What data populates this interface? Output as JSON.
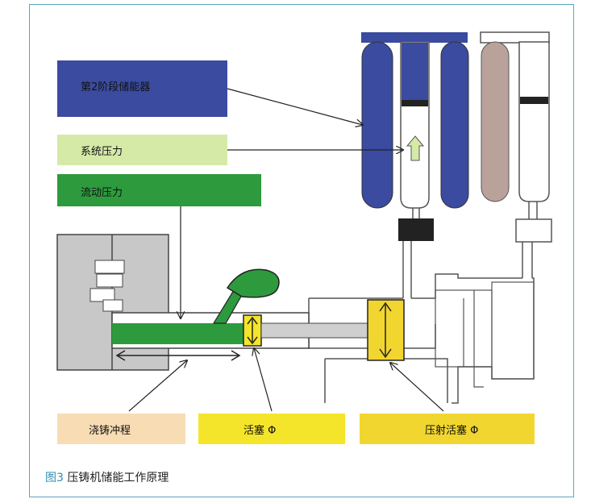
{
  "labels": {
    "accumulator": "第2阶段储能器",
    "system_pressure": "系统压力",
    "flow_pressure": "流动压力",
    "pour_stroke": "浇铸冲程",
    "piston": "活塞 Φ",
    "shot_piston": "压射活塞 Φ"
  },
  "caption": {
    "fig_no": "图3",
    "text": "压铸机储能工作原理"
  },
  "colors": {
    "accumulator_blue": "#3a4ba0",
    "system_pressure_green": "#d6eaa8",
    "flow_green": "#2e9a3e",
    "pour_stroke_peach": "#f8dcb4",
    "piston_yellow": "#f5e52a",
    "shot_yellow": "#f2d630",
    "reservoir_brown": "#b8a29a",
    "frame_blue": "#5aa7c0"
  }
}
